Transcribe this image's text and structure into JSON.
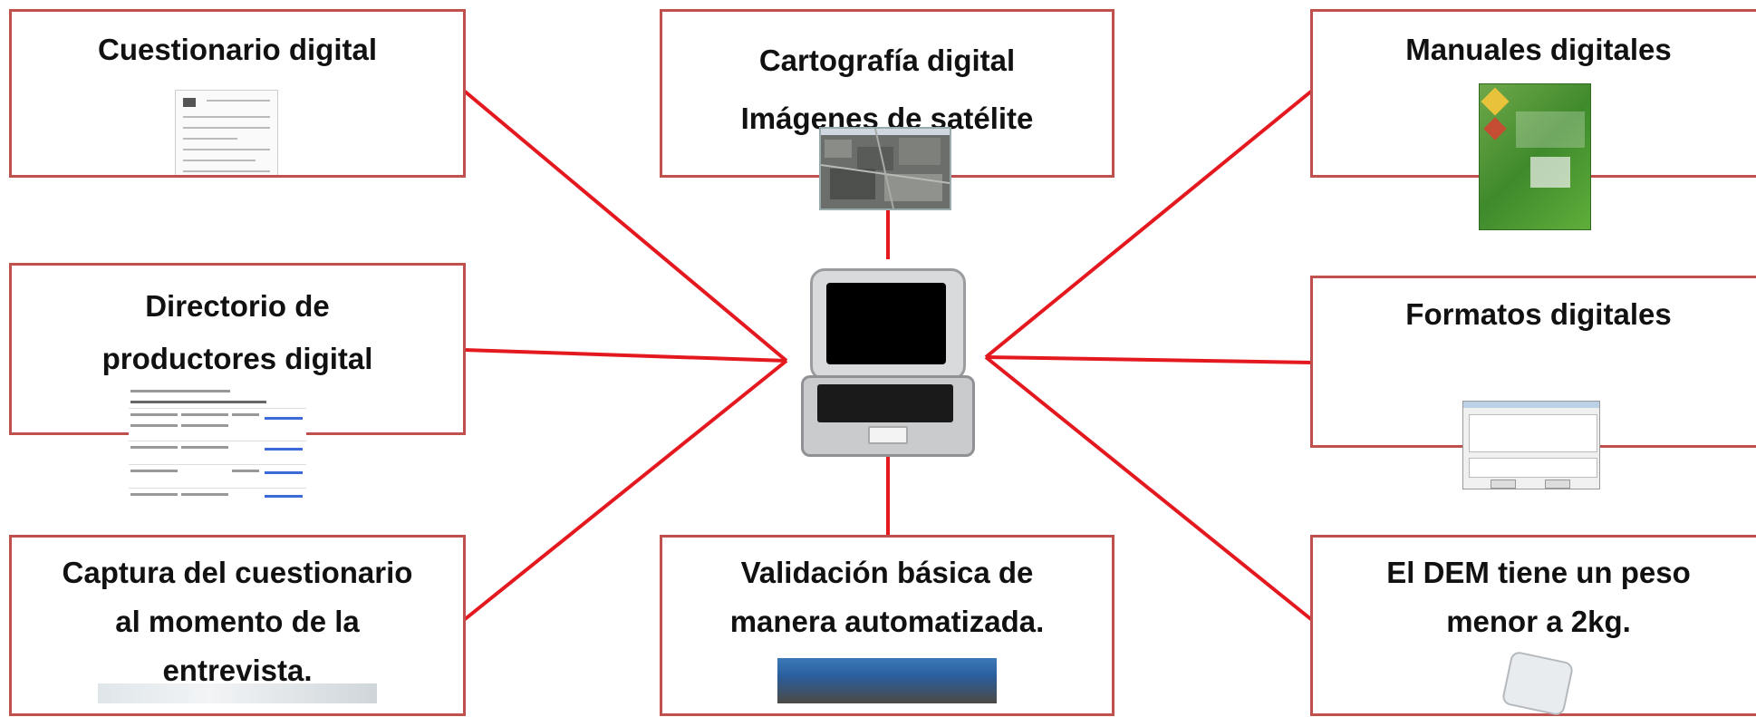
{
  "colors": {
    "border": "#c0504d",
    "connector": "#e3191f"
  },
  "center": {
    "image": "laptop-icon"
  },
  "boxes": {
    "cuestionario": {
      "title": "Cuestionario digital"
    },
    "cartografia": {
      "title": "Cartografía digital\nImágenes de satélite"
    },
    "manuales": {
      "title": "Manuales digitales"
    },
    "directorio": {
      "title": "Directorio de\nproductores digital"
    },
    "formatos": {
      "title": "Formatos digitales"
    },
    "captura": {
      "title": "Captura del cuestionario\nal momento de la\nentrevista."
    },
    "validacion": {
      "title": "Validación básica de\nmanera automatizada."
    },
    "dem": {
      "title": "El DEM  tiene un peso\nmenor a 2kg."
    }
  }
}
